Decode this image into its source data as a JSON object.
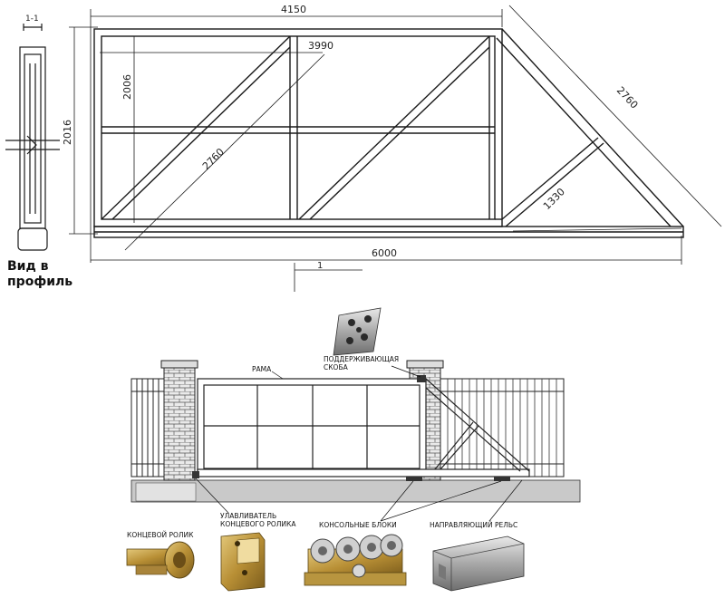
{
  "top_drawing": {
    "dimensions": {
      "top_width": "4150",
      "inner_width": "3990",
      "total_width": "6000",
      "outer_height": "2016",
      "inner_height": "2006",
      "diagonal_left": "2760",
      "diagonal_right": "2760",
      "brace": "1330",
      "profile_size": "1-1",
      "section_marker": "1"
    },
    "profile_caption_line1": "Вид в",
    "profile_caption_line2": "профиль"
  },
  "bottom_drawing": {
    "labels": {
      "frame": "РАМА",
      "support_bracket_line1": "ПОДДЕРЖИВАЮЩАЯ",
      "support_bracket_line2": "СКОБА",
      "catcher_line1": "УЛАВЛИВАТЕЛЬ",
      "catcher_line2": "КОНЦЕВОГО РОЛИКА",
      "end_roller": "КОНЦЕВОЙ РОЛИК",
      "console_blocks": "КОНСОЛЬНЫЕ БЛОКИ",
      "guide_rail": "НАПРАВЛЯЮЩИЙ РЕЛЬС"
    }
  },
  "colors": {
    "line": "#1a1a1a",
    "frame_fill": "#ffffff",
    "ground": "#c9c9c9",
    "brick": "#e8e8e8",
    "metal_gold": "#c8a24a",
    "metal_steel": "#b5b5b5"
  }
}
